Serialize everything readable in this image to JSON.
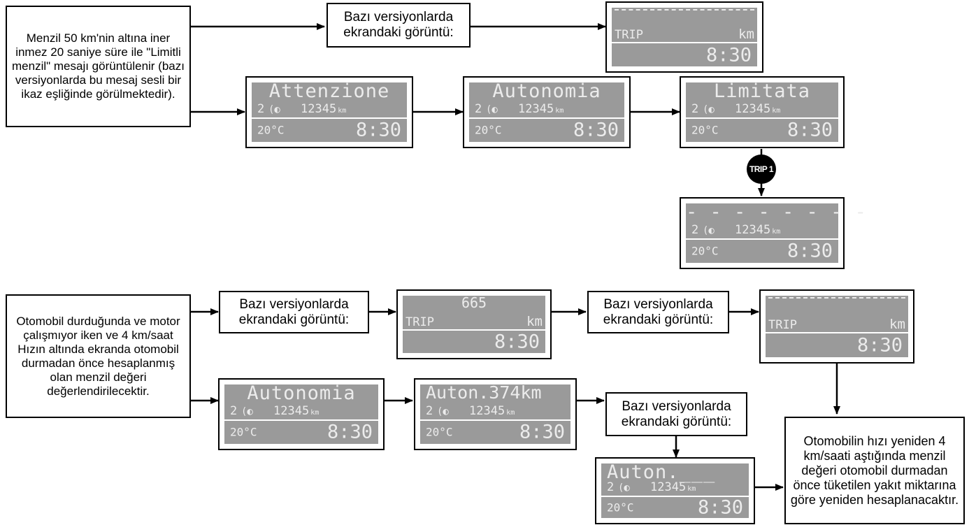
{
  "texts": {
    "note_range50": "Menzil 50 km'nin altına iner inmez 20 saniye süre ile \"Limitli menzil\" mesajı görüntülenir (bazı versiyonlarda bu mesaj sesli bir ikaz eşliğinde görülmektedir).",
    "some_versions": "Bazı versiyonlarda ekrandaki görüntü:",
    "note_stopped": "Otomobil durduğunda ve motor çalışmıyor iken ve 4 km/saat Hızın altında ekranda otomobil durmadan önce hesaplanmış olan menzil değeri değerlendirilecektir.",
    "note_speed": "Otomobilin hızı yeniden 4 km/saati aştığında menzil değeri otomobil durmadan önce tüketilen yakıt miktarına göre yeniden hesaplanacaktır."
  },
  "button": {
    "trip": "TRIP 1"
  },
  "display": {
    "gear": "2",
    "lamp": "(◐",
    "odometer": "12345",
    "odometer_unit": "km",
    "temp": "20°C",
    "time": "8:30",
    "trip_label": "TRIP",
    "trip_unit": "km",
    "attenzione": "Attenzione",
    "autonomia": "Autonomia",
    "limitata": "Limitata",
    "dashes": "- - - - - - - -",
    "trip_value": "665",
    "auton_374": "Auton.374km",
    "auton_blank": "Auton.___"
  },
  "colors": {
    "lcd": "#9a9a9a",
    "lcd_text": "#ececec",
    "border": "#000000"
  }
}
